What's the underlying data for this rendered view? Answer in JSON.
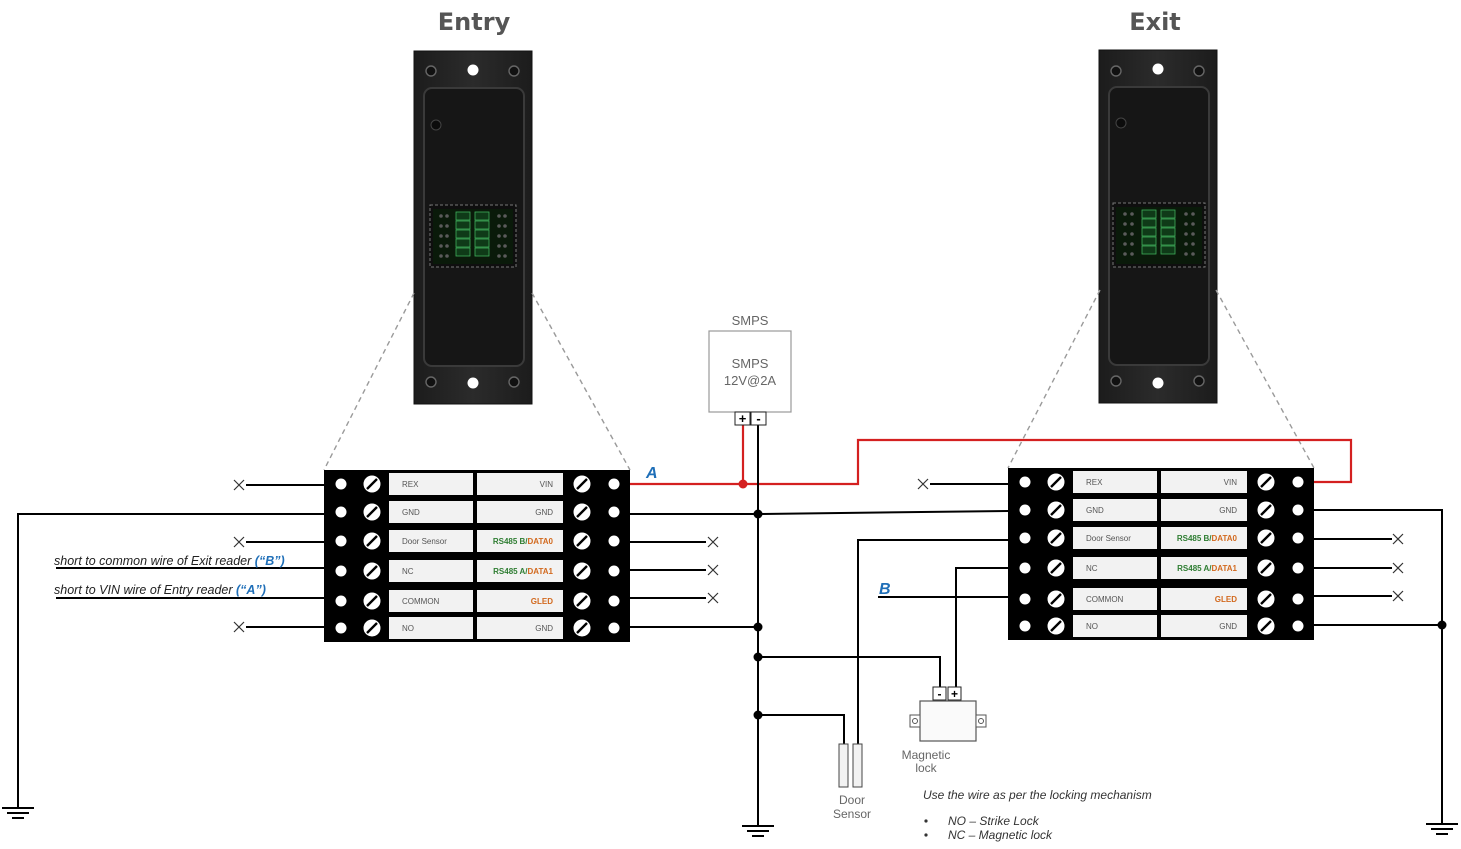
{
  "entry_title": "Entry",
  "exit_title": "Exit",
  "smps": {
    "top_label": "SMPS",
    "name": "SMPS",
    "rating": "12V@2A",
    "plus": "+",
    "minus": "-"
  },
  "terminal_left_labels": [
    "REX",
    "GND",
    "Door Sensor",
    "NC",
    "COMMON",
    "NO"
  ],
  "terminal_right_labels": [
    {
      "a": "VIN",
      "b": ""
    },
    {
      "a": "GND",
      "b": ""
    },
    {
      "a": "RS485 B/",
      "b": "DATA0"
    },
    {
      "a": "RS485 A/",
      "b": "DATA1"
    },
    {
      "a": "",
      "b": "GLED"
    },
    {
      "a": "GND",
      "b": ""
    }
  ],
  "notes": {
    "short_b_prefix": "short to common wire of Exit reader ",
    "short_b_quote": "(“B”)",
    "short_a_prefix": "short to VIN wire of Entry reader ",
    "short_a_quote": "(“A”)"
  },
  "wire_label_a": "A",
  "wire_label_b": "B",
  "door_sensor": {
    "line1": "Door",
    "line2": "Sensor"
  },
  "magnetic_lock": {
    "line1": "Magnetic",
    "line2": "lock",
    "minus": "-",
    "plus": "+"
  },
  "mechanism_note": {
    "title": "Use the wire as per the locking mechanism",
    "items": [
      "NO – Strike Lock",
      "NC – Magnetic lock"
    ]
  },
  "colors": {
    "red_wire": "#d42020",
    "label_blue": "#1f6fb8",
    "rs485_green": "#2e7d32",
    "data_orange": "#d2691e"
  }
}
